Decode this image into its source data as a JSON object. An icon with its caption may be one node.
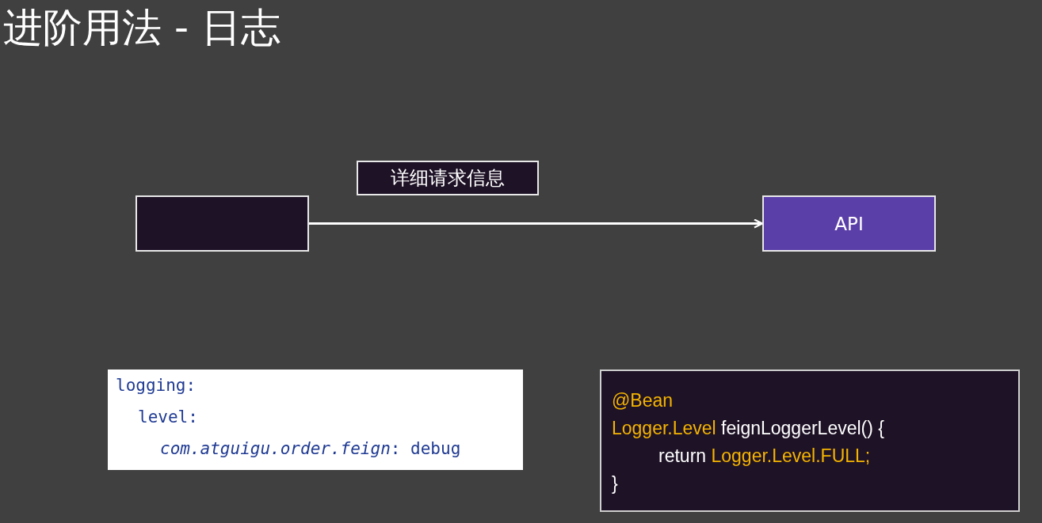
{
  "diagram": {
    "title": "进阶用法 - 日志",
    "nodes": [
      {
        "text": [],
        "shape": "box"
      },
      {
        "text": [
          "API"
        ]
      },
      {
        "text": [
          "logging:",
          "level:",
          "*com.atguigu.order.feign*: debug"
        ]
      },
      {
        "text": [
          "*@Bean*",
          "*Logger.Level* feignLoggerLevel() {",
          "return *Logger.Level.FULL;*",
          "}"
        ]
      }
    ],
    "edges": [
      {
        "from": 0,
        "to": 1,
        "arrow": "to",
        "label": "详细请求信息"
      }
    ]
  }
}
